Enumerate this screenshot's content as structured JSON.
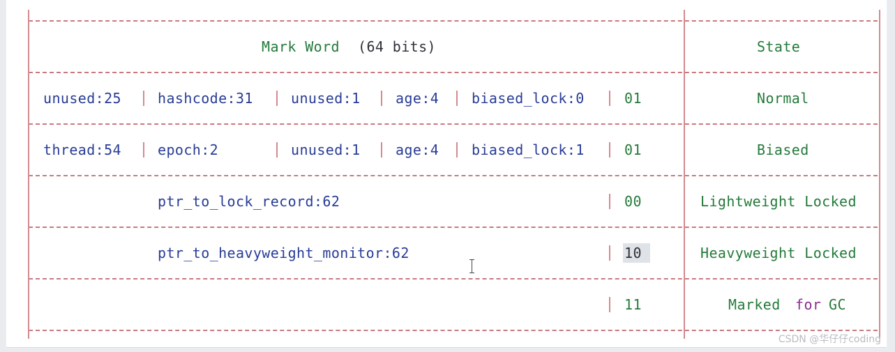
{
  "header": {
    "mark_word_label": "Mark Word",
    "mark_word_bits": "(64 bits)",
    "state_label": "State"
  },
  "rows": [
    {
      "state": "Normal",
      "fields": [
        "unused:25",
        "hashcode:31",
        "unused:1",
        "age:4",
        "biased_lock:0"
      ],
      "lock_bits": "01"
    },
    {
      "state": "Biased",
      "fields": [
        "thread:54",
        "epoch:2",
        "unused:1",
        "age:4",
        "biased_lock:1"
      ],
      "lock_bits": "01"
    },
    {
      "state": "Lightweight Locked",
      "fields": [
        "ptr_to_lock_record:62"
      ],
      "lock_bits": "00"
    },
    {
      "state": "Heavyweight Locked",
      "fields": [
        "ptr_to_heavyweight_monitor:62"
      ],
      "lock_bits": "10"
    },
    {
      "state_parts": [
        "Marked",
        "for",
        "GC"
      ],
      "fields": [],
      "lock_bits": "11"
    }
  ],
  "watermark": "CSDN @华仔仔coding",
  "colors": {
    "field_text": "#283c96",
    "value_text": "#247a3a",
    "keyword_text": "#8a2d92",
    "border": "#c9787e"
  },
  "icons": {
    "cursor": "text-cursor-icon"
  }
}
